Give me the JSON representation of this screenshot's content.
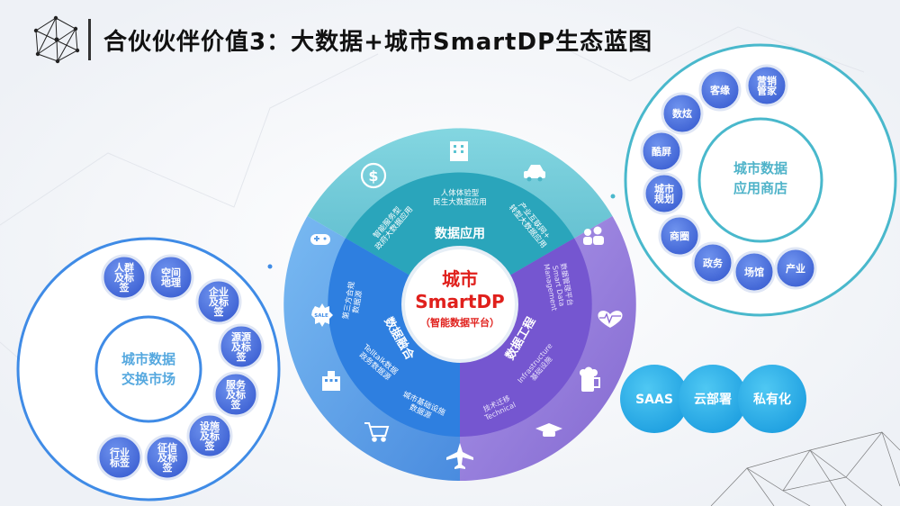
{
  "title": "合伙伙伴价值3：大数据+城市SmartDP生态蓝图",
  "center": {
    "line1": "城市",
    "line2": "SmartDP",
    "line3": "（智能数据平台）"
  },
  "rings": {
    "top_label": "数据应用",
    "left_label": "数据融合",
    "right_label": "数据工程",
    "top_items": [
      "智能服务型\n政府大数据应用",
      "人体体验型\n民生大数据应用",
      "产业互联网+\n转型大数据应用"
    ],
    "left_items": [
      "第三方合规\n数据源",
      "Telltalk数据\n政务数据源",
      "城市基础设施\n数据源"
    ],
    "right_items": [
      "数据管理平台\nSmart Data\nManagement",
      "Infrastructure\n基础设施",
      "技术迁移\nTechnical"
    ]
  },
  "right_panel": {
    "center_line1": "城市数据",
    "center_line2": "应用商店",
    "bubbles": [
      "营销管家",
      "客缘",
      "数炫",
      "酷屏",
      "城市规划",
      "商圈",
      "政务",
      "场馆",
      "产业"
    ]
  },
  "left_panel": {
    "center_line1": "城市数据",
    "center_line2": "交换市场",
    "bubbles": [
      "人群及标签",
      "空间地理",
      "企业及标签",
      "源源及标签",
      "服务及标签",
      "设施及标签",
      "征信及标签",
      "行业标签"
    ]
  },
  "deploy": [
    "SAAS",
    "云部署",
    "私有化"
  ],
  "icons": [
    "dollar-icon",
    "building-icon",
    "car-icon",
    "people-icon",
    "heart-icon",
    "beer-icon",
    "graduation-icon",
    "airplane-icon",
    "cart-icon",
    "hotel-icon",
    "sale-icon",
    "gamepad-icon"
  ],
  "colors": {
    "teal": "#3fb8c8",
    "blue": "#3e8be6",
    "purple": "#8a67d6",
    "bubble": "#4a6fdc",
    "center_text": "#e0201c"
  }
}
